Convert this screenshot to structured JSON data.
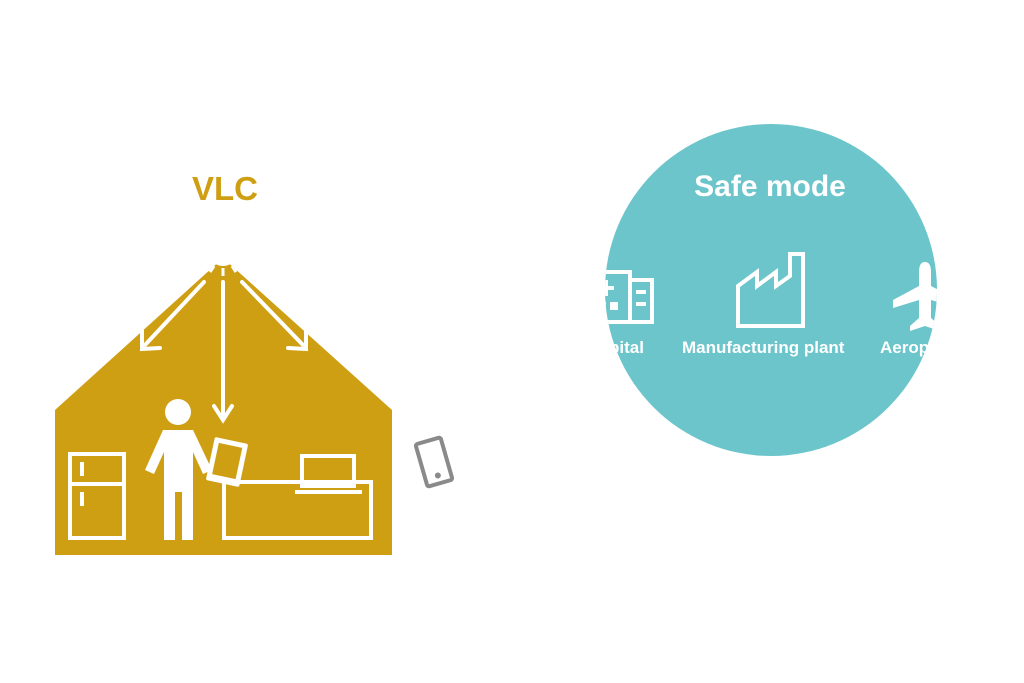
{
  "vlc": {
    "title": "VLC"
  },
  "safe_mode": {
    "title": "Safe mode",
    "places": [
      {
        "label": "pital",
        "icon": "hospital-icon"
      },
      {
        "label": "Manufacturing plant",
        "icon": "factory-icon"
      },
      {
        "label": "Aerop",
        "icon": "airplane-icon"
      }
    ]
  },
  "colors": {
    "house": "#cf9f13",
    "circle": "#6cc5cb",
    "phone_outside": "#8a8a8a",
    "white": "#ffffff"
  }
}
